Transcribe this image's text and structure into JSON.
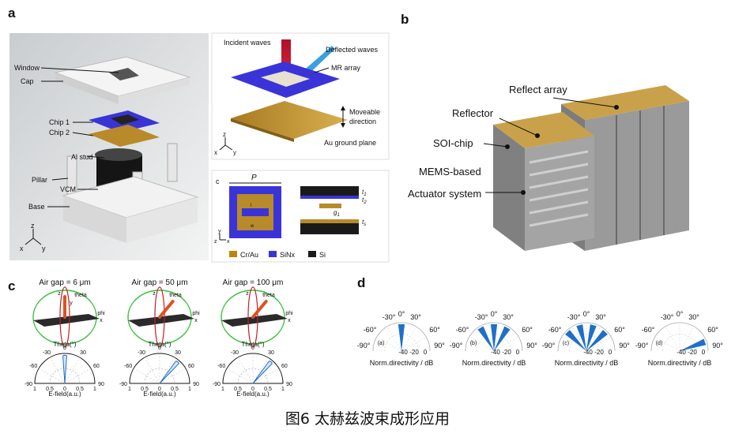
{
  "panel_labels": {
    "a": "a",
    "b": "b",
    "c": "c",
    "d": "d",
    "inset_c": "c"
  },
  "panel_a": {
    "left_labels": [
      "Window",
      "Cap",
      "Chip 1",
      "Chip 2",
      "Al stud",
      "Pillar",
      "VCM",
      "Base"
    ],
    "top_right": {
      "incident": "Incident waves",
      "deflected": "Deflected waves",
      "mr_array": "MR array",
      "moveable": "Moveable",
      "direction": "direction",
      "ground": "Au ground plane"
    },
    "inset": {
      "period": "P",
      "legend": [
        {
          "label": "Cr/Au",
          "color": "#b8860b"
        },
        {
          "label": "SiNx",
          "color": "#3a34d8"
        },
        {
          "label": "Si",
          "color": "#1a1a1a"
        }
      ],
      "dims": [
        "t",
        "t",
        "g",
        "t"
      ],
      "subs": [
        "1",
        "2",
        "1",
        "s"
      ],
      "unit_lbl": "l",
      "unit_lbl2": "w"
    },
    "axes": {
      "z": "z",
      "x": "x",
      "y": "y"
    }
  },
  "panel_b": {
    "labels": [
      "Reflect array",
      "Reflector",
      "SOI-chip",
      "MEMS-based",
      "Actuator system"
    ]
  },
  "panel_c": {
    "titles": [
      "Air gap = 6 μm",
      "Air gap = 50 μm",
      "Air gap = 100 μm"
    ],
    "z": "z",
    "theta": "theta",
    "phi": "phi",
    "x": "x",
    "y": "y",
    "theta_axis": "Theta(°)",
    "field_axis": "E-field(a.u.)",
    "angle_ticks": [
      "-90",
      "-60",
      "-30",
      "0",
      "30",
      "60",
      "90"
    ],
    "radial_ticks": [
      "1",
      "0.5",
      "0",
      "0.5",
      "1"
    ],
    "lobe_angles_deg": [
      0,
      40,
      40
    ]
  },
  "panel_d": {
    "subplots": [
      "(a)",
      "(b)",
      "(c)",
      "(d)"
    ],
    "angle_ticks": [
      "-30°",
      "0°",
      "30°",
      "-60°",
      "60°",
      "-90°",
      "90°"
    ],
    "db_ticks": [
      "-40",
      "-20",
      "0"
    ],
    "axis_label": "Norm.directivity / dB"
  },
  "caption": "图6 太赫兹波束成形应用",
  "colors": {
    "blue": "#1f6fc7",
    "chip": "#3a34d8",
    "gold": "#b88a2a",
    "green": "#3bbf3b"
  }
}
